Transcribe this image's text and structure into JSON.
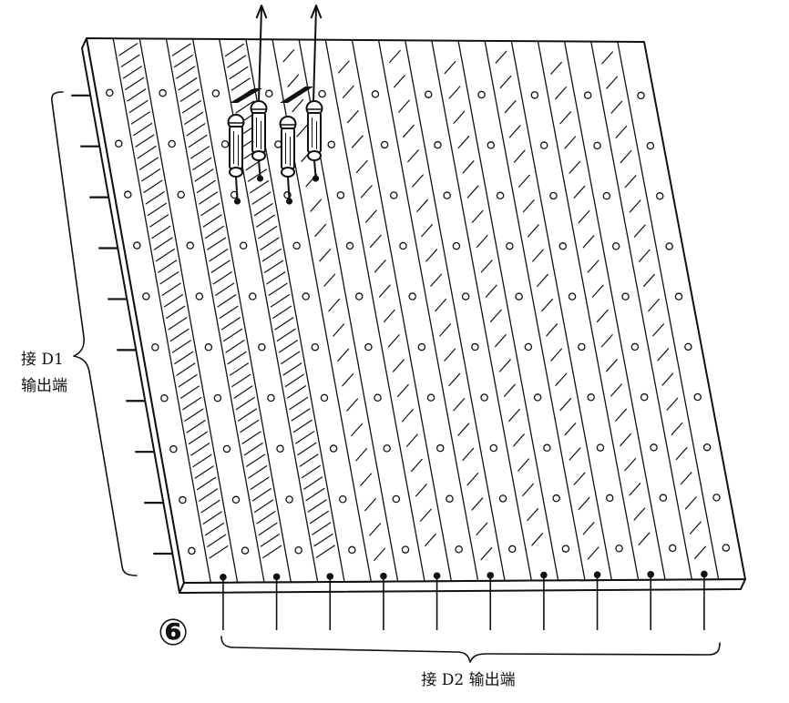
{
  "figure": {
    "number": "⑥"
  },
  "labels": {
    "left_line1": "接 D1",
    "left_line2": "输出端",
    "bottom": "接 D2 输出端"
  },
  "colors": {
    "ink": "#111111",
    "paper": "#ffffff"
  }
}
